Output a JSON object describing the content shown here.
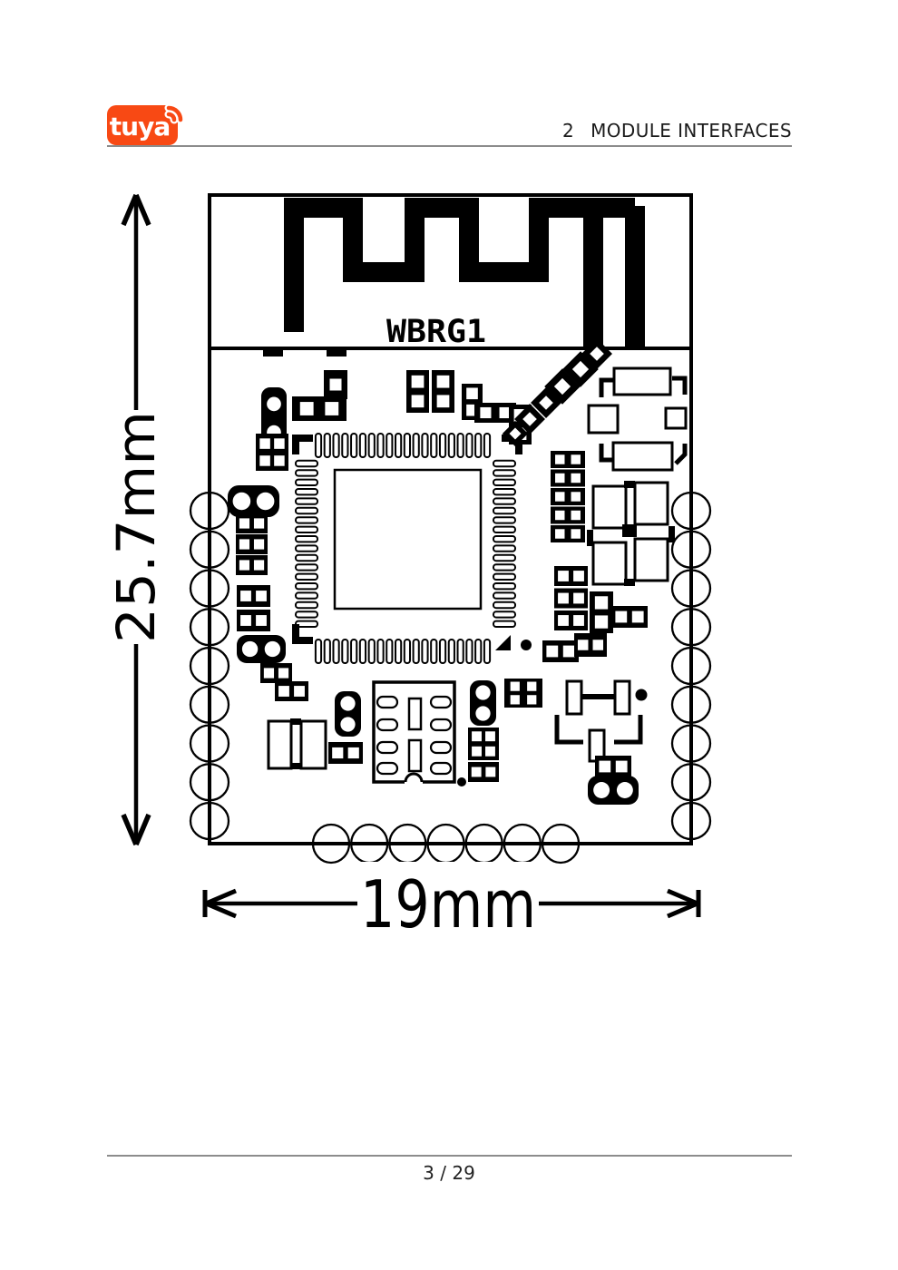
{
  "header": {
    "logo_text": "tuya",
    "brand_color": "#F84914",
    "section_number": "2",
    "section_title": "MODULE INTERFACES"
  },
  "figure": {
    "module_label": "WBRG1",
    "height_dimension": "25.7mm",
    "width_dimension": "19mm"
  },
  "footer": {
    "page_indicator": "3 / 29"
  }
}
